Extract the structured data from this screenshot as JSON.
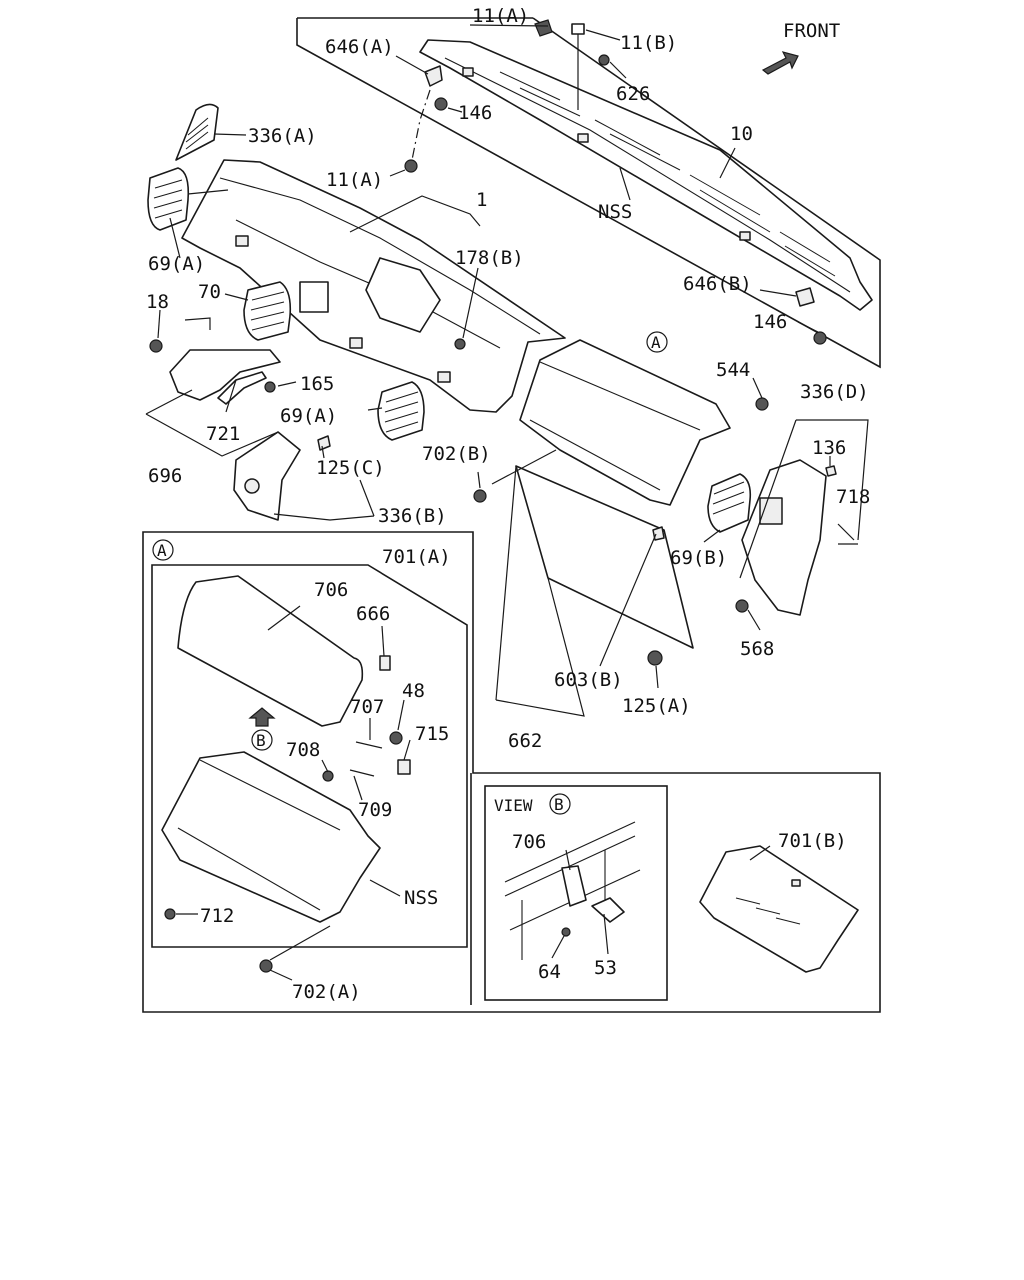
{
  "diagram": {
    "header": {
      "front_label": "FRONT",
      "view_label": "VIEW"
    },
    "refs": {
      "a": "A",
      "b": "B"
    },
    "labels": {
      "l_11a_top": "11(A)",
      "l_11b": "11(B)",
      "l_646a": "646(A)",
      "l_626": "626",
      "l_146_top": "146",
      "l_336a": "336(A)",
      "l_10": "10",
      "l_11a_mid": "11(A)",
      "l_nss_top": "NSS",
      "l_1": "1",
      "l_69a_left": "69(A)",
      "l_178b": "178(B)",
      "l_646b": "646(B)",
      "l_18": "18",
      "l_70": "70",
      "l_146_right": "146",
      "l_165": "165",
      "l_544": "544",
      "l_336d": "336(D)",
      "l_69a_center": "69(A)",
      "l_721": "721",
      "l_136": "136",
      "l_702b": "702(B)",
      "l_125c": "125(C)",
      "l_696": "696",
      "l_718": "718",
      "l_336b": "336(B)",
      "l_69b": "69(B)",
      "l_701a": "701(A)",
      "l_706": "706",
      "l_666": "666",
      "l_568": "568",
      "l_48": "48",
      "l_603b": "603(B)",
      "l_707": "707",
      "l_125a": "125(A)",
      "l_715": "715",
      "l_708": "708",
      "l_662": "662",
      "l_709": "709",
      "l_nss_bottom": "NSS",
      "l_712": "712",
      "l_702a": "702(A)",
      "l_706_view": "706",
      "l_701b": "701(B)",
      "l_64": "64",
      "l_53": "53"
    }
  }
}
